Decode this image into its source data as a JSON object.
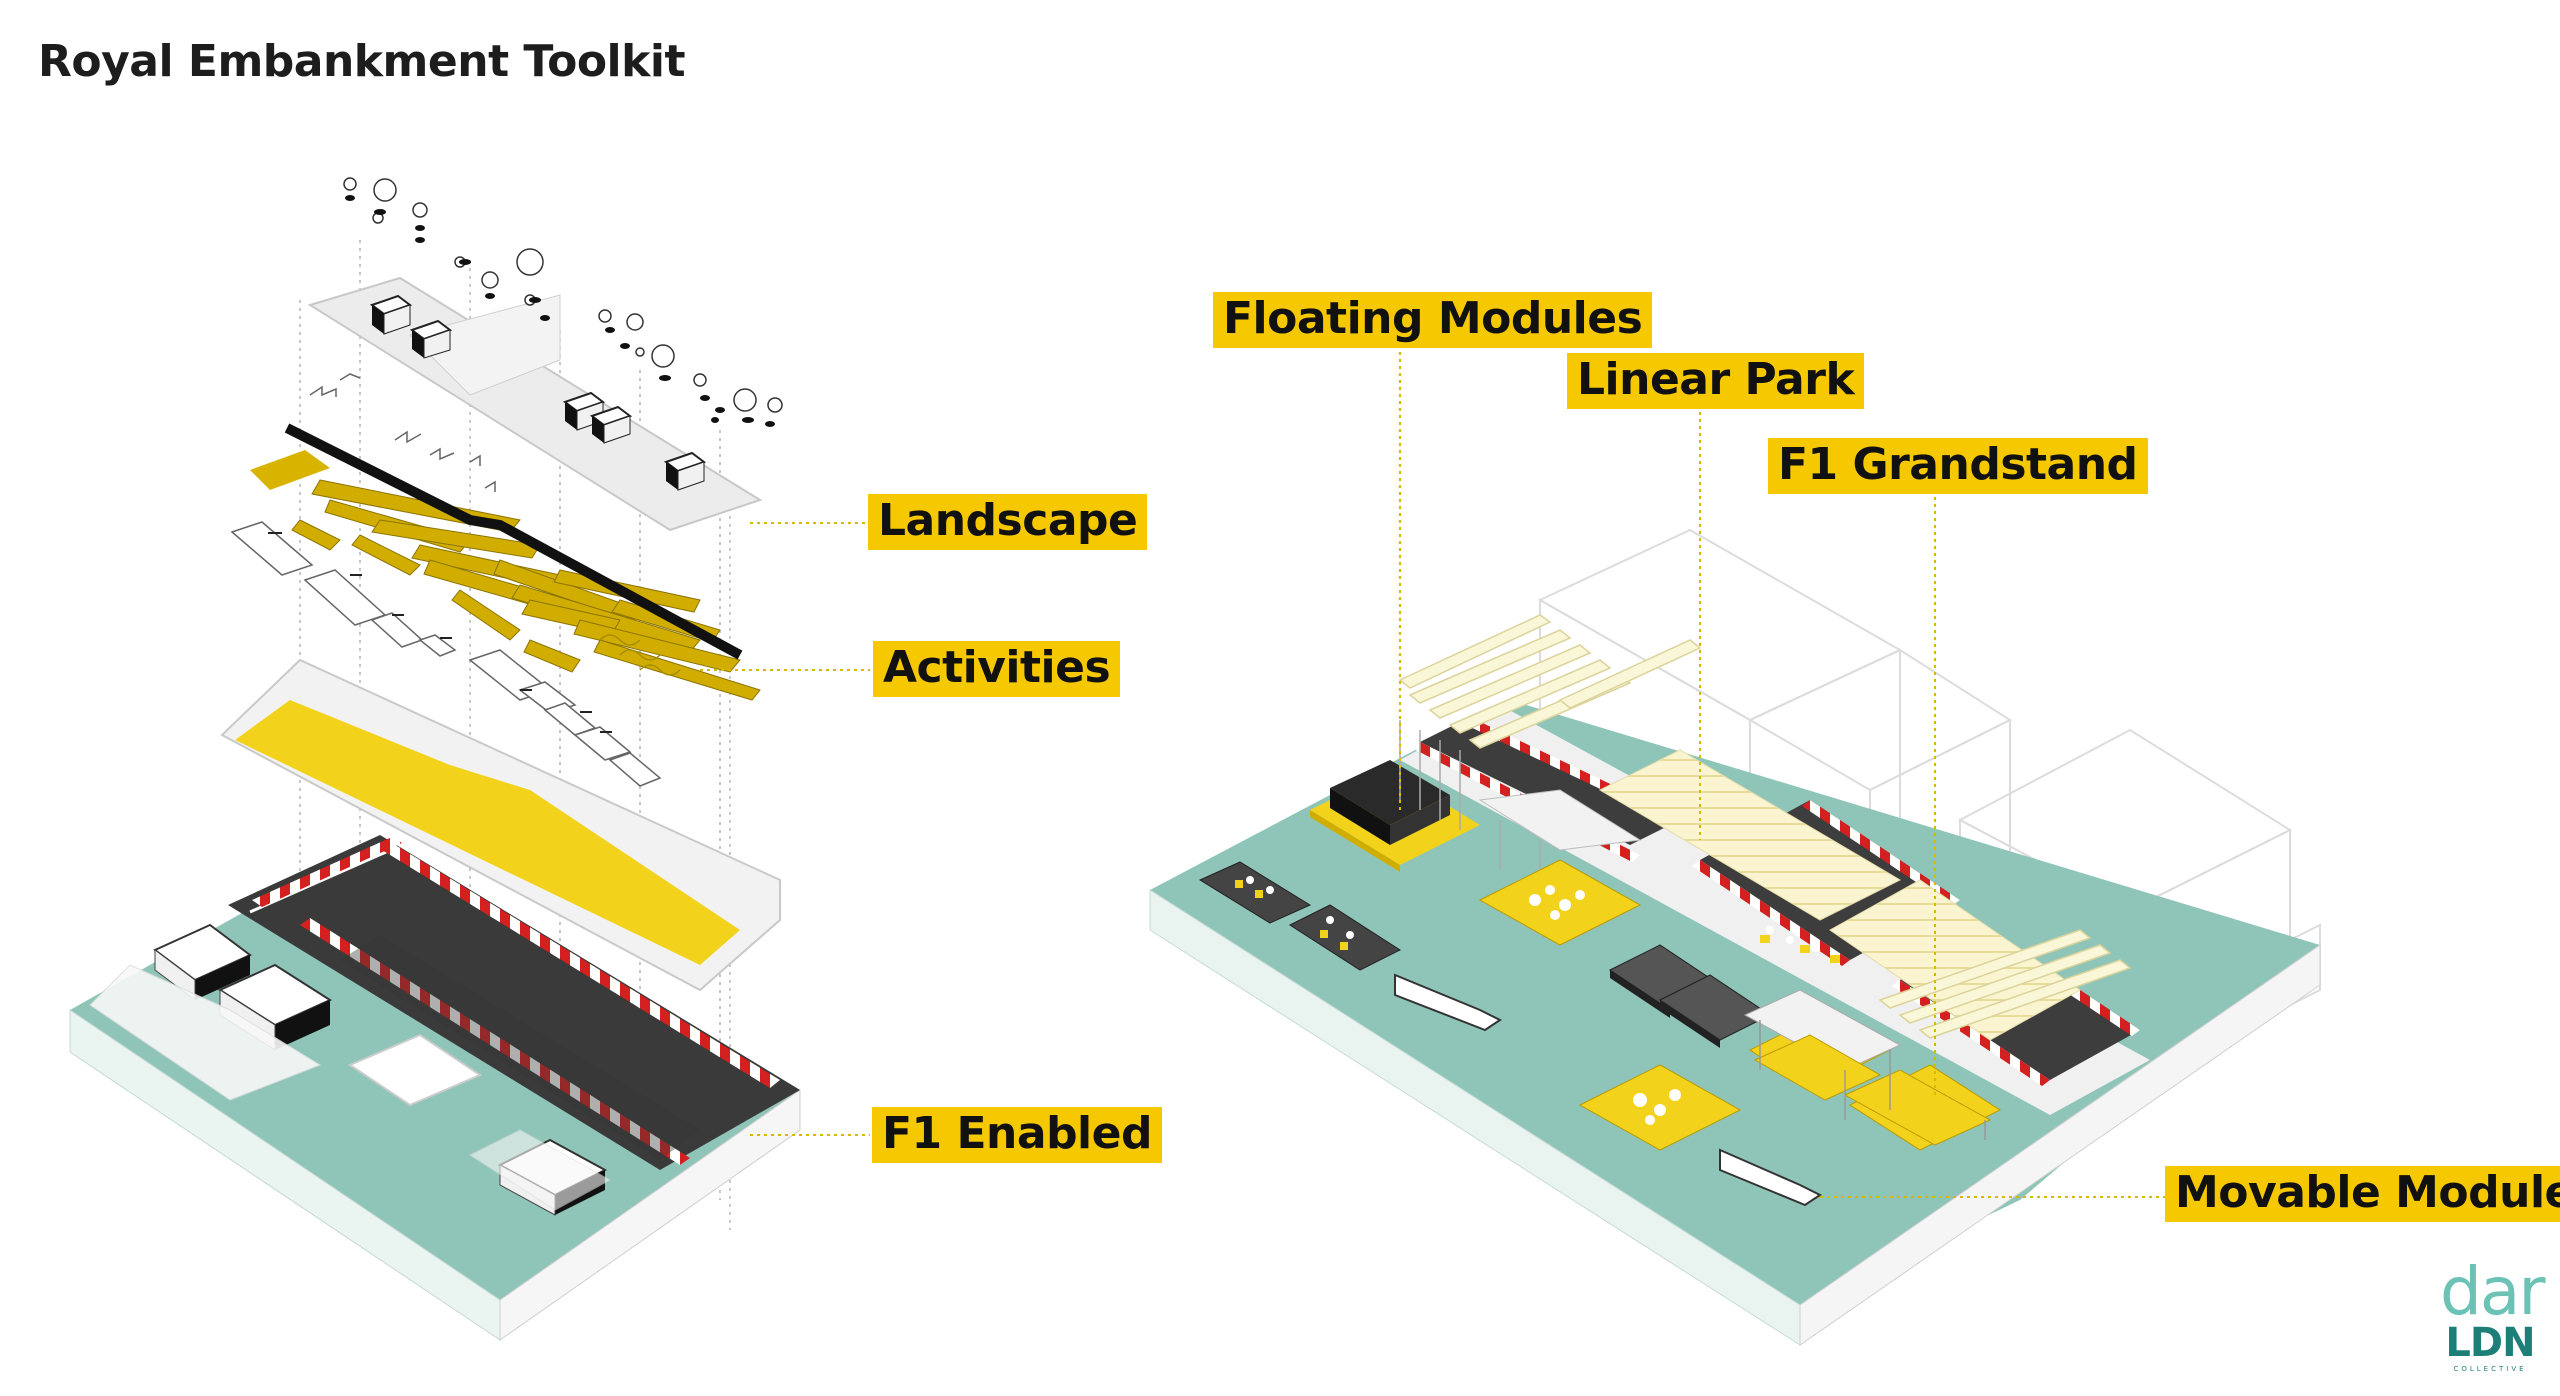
{
  "page": {
    "title": "Royal Embankment Toolkit"
  },
  "labels": {
    "landscape": "Landscape",
    "activities": "Activities",
    "f1_enabled": "F1 Enabled",
    "floating_modules": "Floating Modules",
    "linear_park": "Linear Park",
    "f1_grandstand": "F1 Grandstand",
    "movable_modules": "Movable Modules"
  },
  "brand": {
    "name": "dar",
    "sub": "LDN",
    "sub2": "COLLECTIVE"
  },
  "colors": {
    "accent": "#f5c800",
    "water": "#93c9bc",
    "road": "#3d3d3d",
    "kerb_red": "#d42020"
  }
}
